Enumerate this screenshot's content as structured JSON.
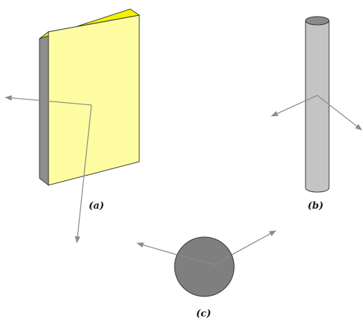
{
  "labels": {
    "a": "(a)",
    "b": "(b)",
    "c": "(c)"
  },
  "colors": {
    "slab_front": "#fdfca0",
    "slab_top": "#f4f200",
    "slab_side": "#8e8e8e",
    "cylinder_body": "#c4c4c4",
    "cylinder_top": "#8a8a8a",
    "sphere": "#7f7f7f",
    "arrow": "#8c8c8c",
    "outline": "#333333"
  }
}
